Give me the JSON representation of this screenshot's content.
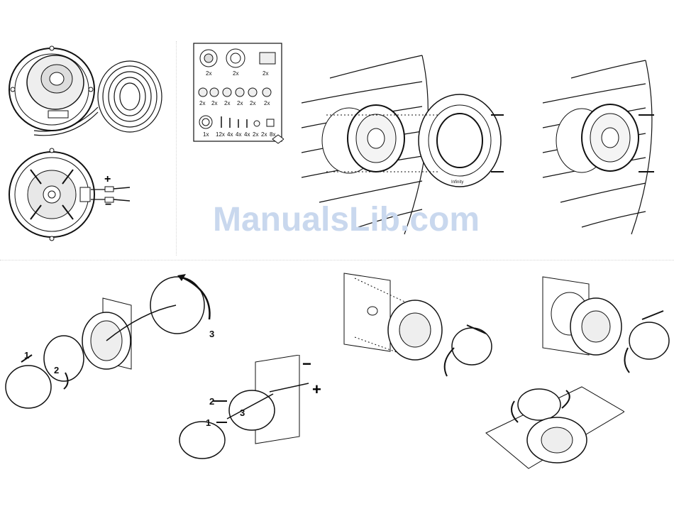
{
  "watermark": "ManualsLib.com",
  "parts_box": {
    "row1": [
      "2x",
      "2x",
      "2x"
    ],
    "row2": [
      "2x",
      "2x",
      "2x",
      "2x",
      "2x",
      "2x"
    ],
    "row3": [
      "1x",
      "12x",
      "4x",
      "4x",
      "4x",
      "2x",
      "2x",
      "8x"
    ]
  },
  "wiring": {
    "plus": "+",
    "minus": "−"
  },
  "mount_label": "Infinity",
  "step_numbers": {
    "a1": "1",
    "a2": "2",
    "a3": "3",
    "b1": "1",
    "b2": "2",
    "b3": "3"
  },
  "polarity": {
    "minus": "−",
    "plus": "+"
  }
}
